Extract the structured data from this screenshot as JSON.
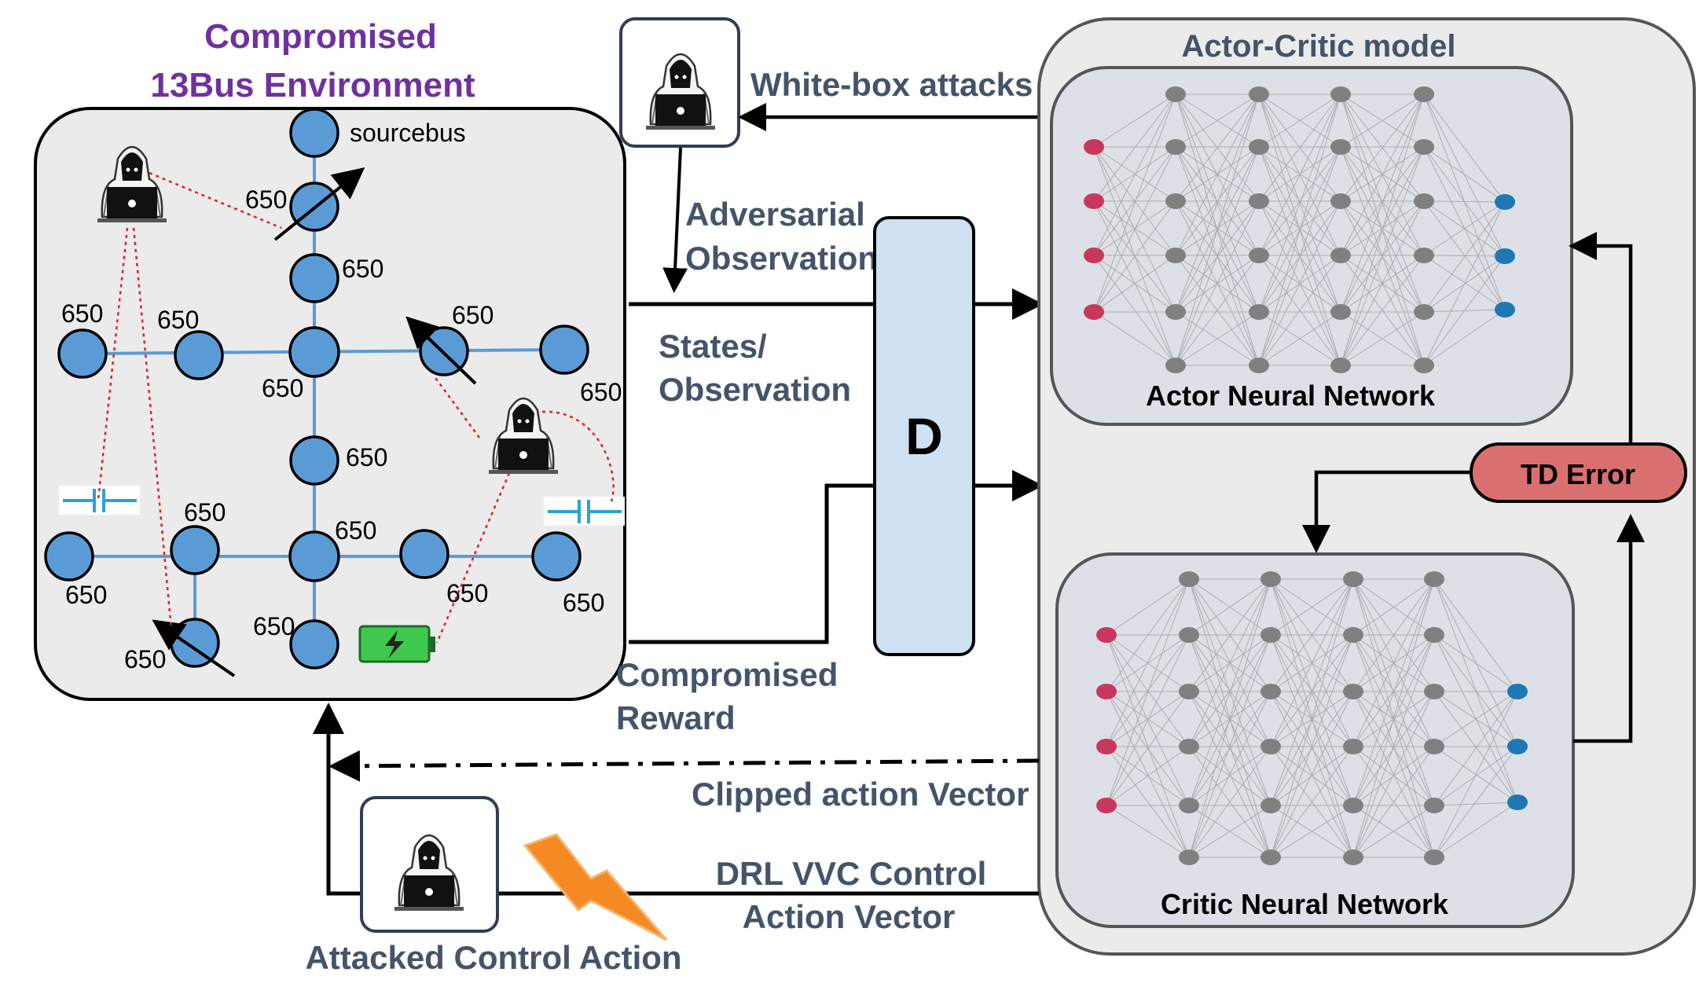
{
  "environment": {
    "title_line1": "Compromised",
    "title_line2": "13Bus Environment",
    "source_label": "sourcebus",
    "bus_label": "650"
  },
  "labels": {
    "white_box": "White-box attacks",
    "adversarial_line1": "Adversarial",
    "adversarial_line2": "Observation",
    "states_line1": "States/",
    "states_line2": "Observation",
    "reward_line1": "Compromised",
    "reward_line2": "Reward",
    "clipped": "Clipped action Vector",
    "drl_line1": "DRL VVC Control",
    "drl_line2": "Action Vector",
    "attacked": "Attacked Control Action"
  },
  "discriminator": {
    "label": "D"
  },
  "model": {
    "title": "Actor-Critic model",
    "actor_label": "Actor Neural Network",
    "critic_label": "Critic Neural Network",
    "td_label": "TD Error"
  },
  "colors": {
    "bus_node": "#5b9bd5",
    "line": "#5b9bd5",
    "input_node": "#c8385e",
    "output_node": "#1f78b4",
    "hidden_node": "#808080",
    "td_fill": "#d9706f",
    "d_fill": "#cfe2f3",
    "label": "#44546a",
    "title": "#7030a0",
    "panel": "#ebebeb",
    "net_panel": "#dde1e7"
  },
  "icons": [
    "hacker-icon",
    "capacitor-icon",
    "battery-icon",
    "regulator-icon",
    "lightning-icon"
  ]
}
